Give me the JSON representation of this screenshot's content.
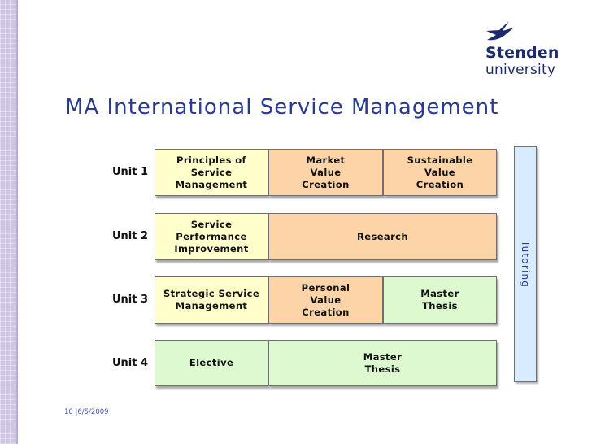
{
  "logo": {
    "line1": "Stenden",
    "line2": "university"
  },
  "title": "MA International Service Management",
  "units": {
    "u1": "Unit 1",
    "u2": "Unit 2",
    "u3": "Unit 3",
    "u4": "Unit 4"
  },
  "boxes": {
    "principles": "Principles of Service Management",
    "market": "Market Value Creation",
    "sustainable": "Sustainable Value Creation",
    "service_perf": "Service Performance Improvement",
    "research": "Research",
    "strategic": "Strategic Service Management",
    "personal": "Personal Value Creation",
    "thesis3": "Master Thesis",
    "elective": "Elective",
    "thesis4": "Master Thesis"
  },
  "tutoring": "Tutoring",
  "footer": "10 |6/5/2009",
  "colors": {
    "yellow": "#ffffcc",
    "orange": "#fcd4a7",
    "green": "#dcf9d0",
    "blue": "#d9ebff",
    "title": "#2a3a90"
  }
}
